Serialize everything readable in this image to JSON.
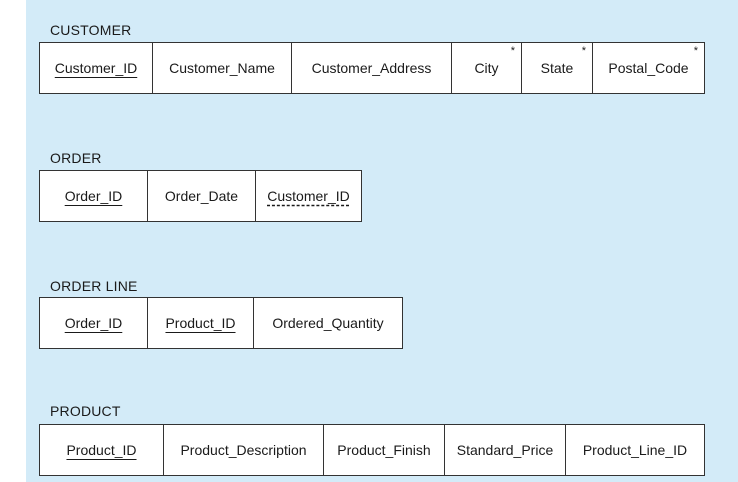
{
  "relations": [
    {
      "name": "CUSTOMER",
      "attributes": [
        {
          "label": "Customer_ID",
          "key": "primary"
        },
        {
          "label": "Customer_Name",
          "key": "none"
        },
        {
          "label": "Customer_Address",
          "key": "none"
        },
        {
          "label": "City",
          "key": "none",
          "marker": "*"
        },
        {
          "label": "State",
          "key": "none",
          "marker": "*"
        },
        {
          "label": "Postal_Code",
          "key": "none",
          "marker": "*"
        }
      ]
    },
    {
      "name": "ORDER",
      "attributes": [
        {
          "label": "Order_ID",
          "key": "primary"
        },
        {
          "label": "Order_Date",
          "key": "none"
        },
        {
          "label": "Customer_ID",
          "key": "foreign"
        }
      ]
    },
    {
      "name": "ORDER LINE",
      "attributes": [
        {
          "label": "Order_ID",
          "key": "primary"
        },
        {
          "label": "Product_ID",
          "key": "primary"
        },
        {
          "label": "Ordered_Quantity",
          "key": "none"
        }
      ]
    },
    {
      "name": "PRODUCT",
      "attributes": [
        {
          "label": "Product_ID",
          "key": "primary"
        },
        {
          "label": "Product_Description",
          "key": "none"
        },
        {
          "label": "Product_Finish",
          "key": "none"
        },
        {
          "label": "Standard_Price",
          "key": "none"
        },
        {
          "label": "Product_Line_ID",
          "key": "none"
        }
      ]
    }
  ],
  "colors": {
    "background": "#d3ebf8",
    "cell": "#ffffff",
    "border": "#333333"
  }
}
